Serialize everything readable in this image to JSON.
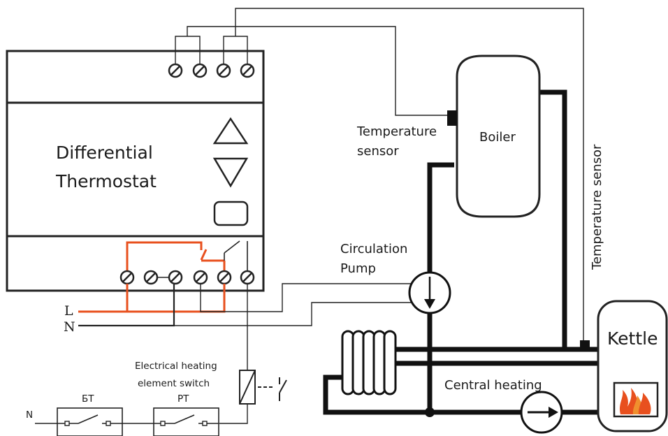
{
  "thermostat": {
    "line1": "Differential",
    "line2": "Thermostat"
  },
  "labels": {
    "temp_sensor_left_1": "Temperature",
    "temp_sensor_left_2": "sensor",
    "temp_sensor_right": "Temperature sensor",
    "boiler": "Boiler",
    "circ_pump_1": "Circulation",
    "circ_pump_2": "Pump",
    "kettle": "Kettle",
    "central_heating": "Central heating",
    "phase": "L",
    "neutral": "N",
    "neutral_bottom": "N",
    "switch_caption_1": "Electrical heating",
    "switch_caption_2": "element switch",
    "bt": "БТ",
    "pt": "РТ"
  },
  "icons": [
    "up-arrow-button-icon",
    "down-arrow-button-icon",
    "set-button-icon",
    "terminal-screw-icon",
    "pump-icon",
    "fire-icon",
    "relay-coil-icon",
    "switch-icon"
  ],
  "colors": {
    "live_wire": "#e8501e",
    "wire": "#222222",
    "pipe": "#111111",
    "flame": "#e8501e"
  }
}
